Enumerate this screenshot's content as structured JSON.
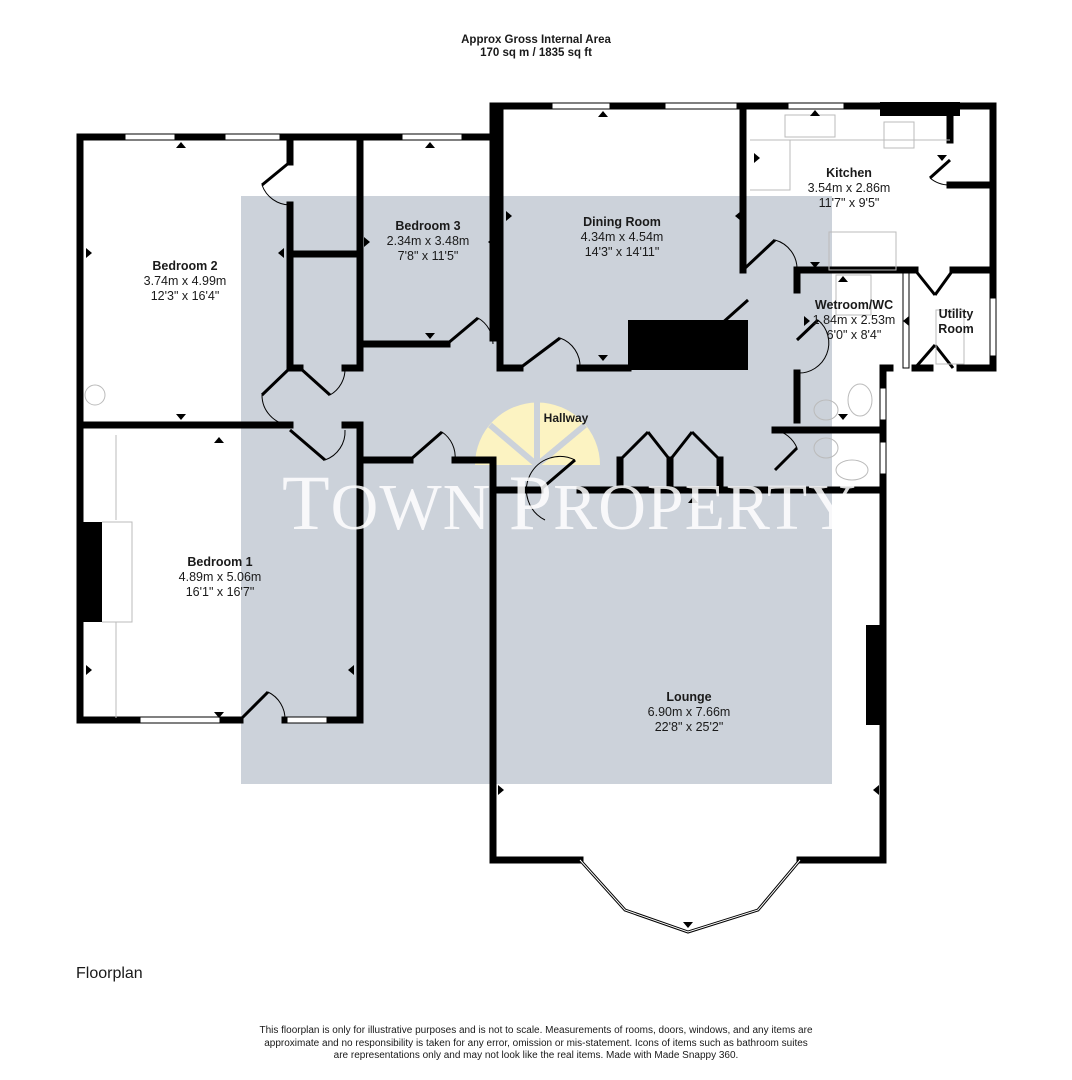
{
  "header": {
    "line1": "Approx Gross Internal Area",
    "line2": "170 sq m / 1835 sq ft"
  },
  "rooms": [
    {
      "name": "Bedroom 2",
      "metric": "3.74m x 4.99m",
      "imperial": "12'3\" x 16'4\""
    },
    {
      "name": "Bedroom 3",
      "metric": "2.34m x 3.48m",
      "imperial": "7'8\" x 11'5\""
    },
    {
      "name": "Dining Room",
      "metric": "4.34m x 4.54m",
      "imperial": "14'3\" x 14'11\""
    },
    {
      "name": "Kitchen",
      "metric": "3.54m x 2.86m",
      "imperial": "11'7\" x 9'5\""
    },
    {
      "name": "Wetroom/WC",
      "metric": "1.84m x 2.53m",
      "imperial": "6'0\" x 8'4\""
    },
    {
      "name": "Utility Room",
      "metric": "",
      "imperial": ""
    },
    {
      "name": "Bedroom 1",
      "metric": "4.89m x 5.06m",
      "imperial": "16'1\" x 16'7\""
    },
    {
      "name": "Lounge",
      "metric": "6.90m x 7.66m",
      "imperial": "22'8\" x 25'2\""
    }
  ],
  "utility_room": {
    "line1": "Utility",
    "line2": "Room"
  },
  "hallway": {
    "name": "Hallway"
  },
  "watermark": {
    "first_big": "T",
    "first_rest": "OWN ",
    "second_big": "P",
    "second_rest": "ROPERTY"
  },
  "colors": {
    "wall": "#000000",
    "watermark_panel": "#ccd2da",
    "logo_sun": "#fcf3c2",
    "background": "#ffffff"
  },
  "caption": "Floorplan",
  "disclaimer": {
    "line1": "This floorplan is only for illustrative purposes and is not to scale. Measurements of rooms, doors, windows, and any items are",
    "line2": "approximate and no responsibility is taken for any error, omission or mis-statement. Icons of items such as bathroom suites",
    "line3": "are representations only and may not look like the real items. Made with Made Snappy 360."
  }
}
